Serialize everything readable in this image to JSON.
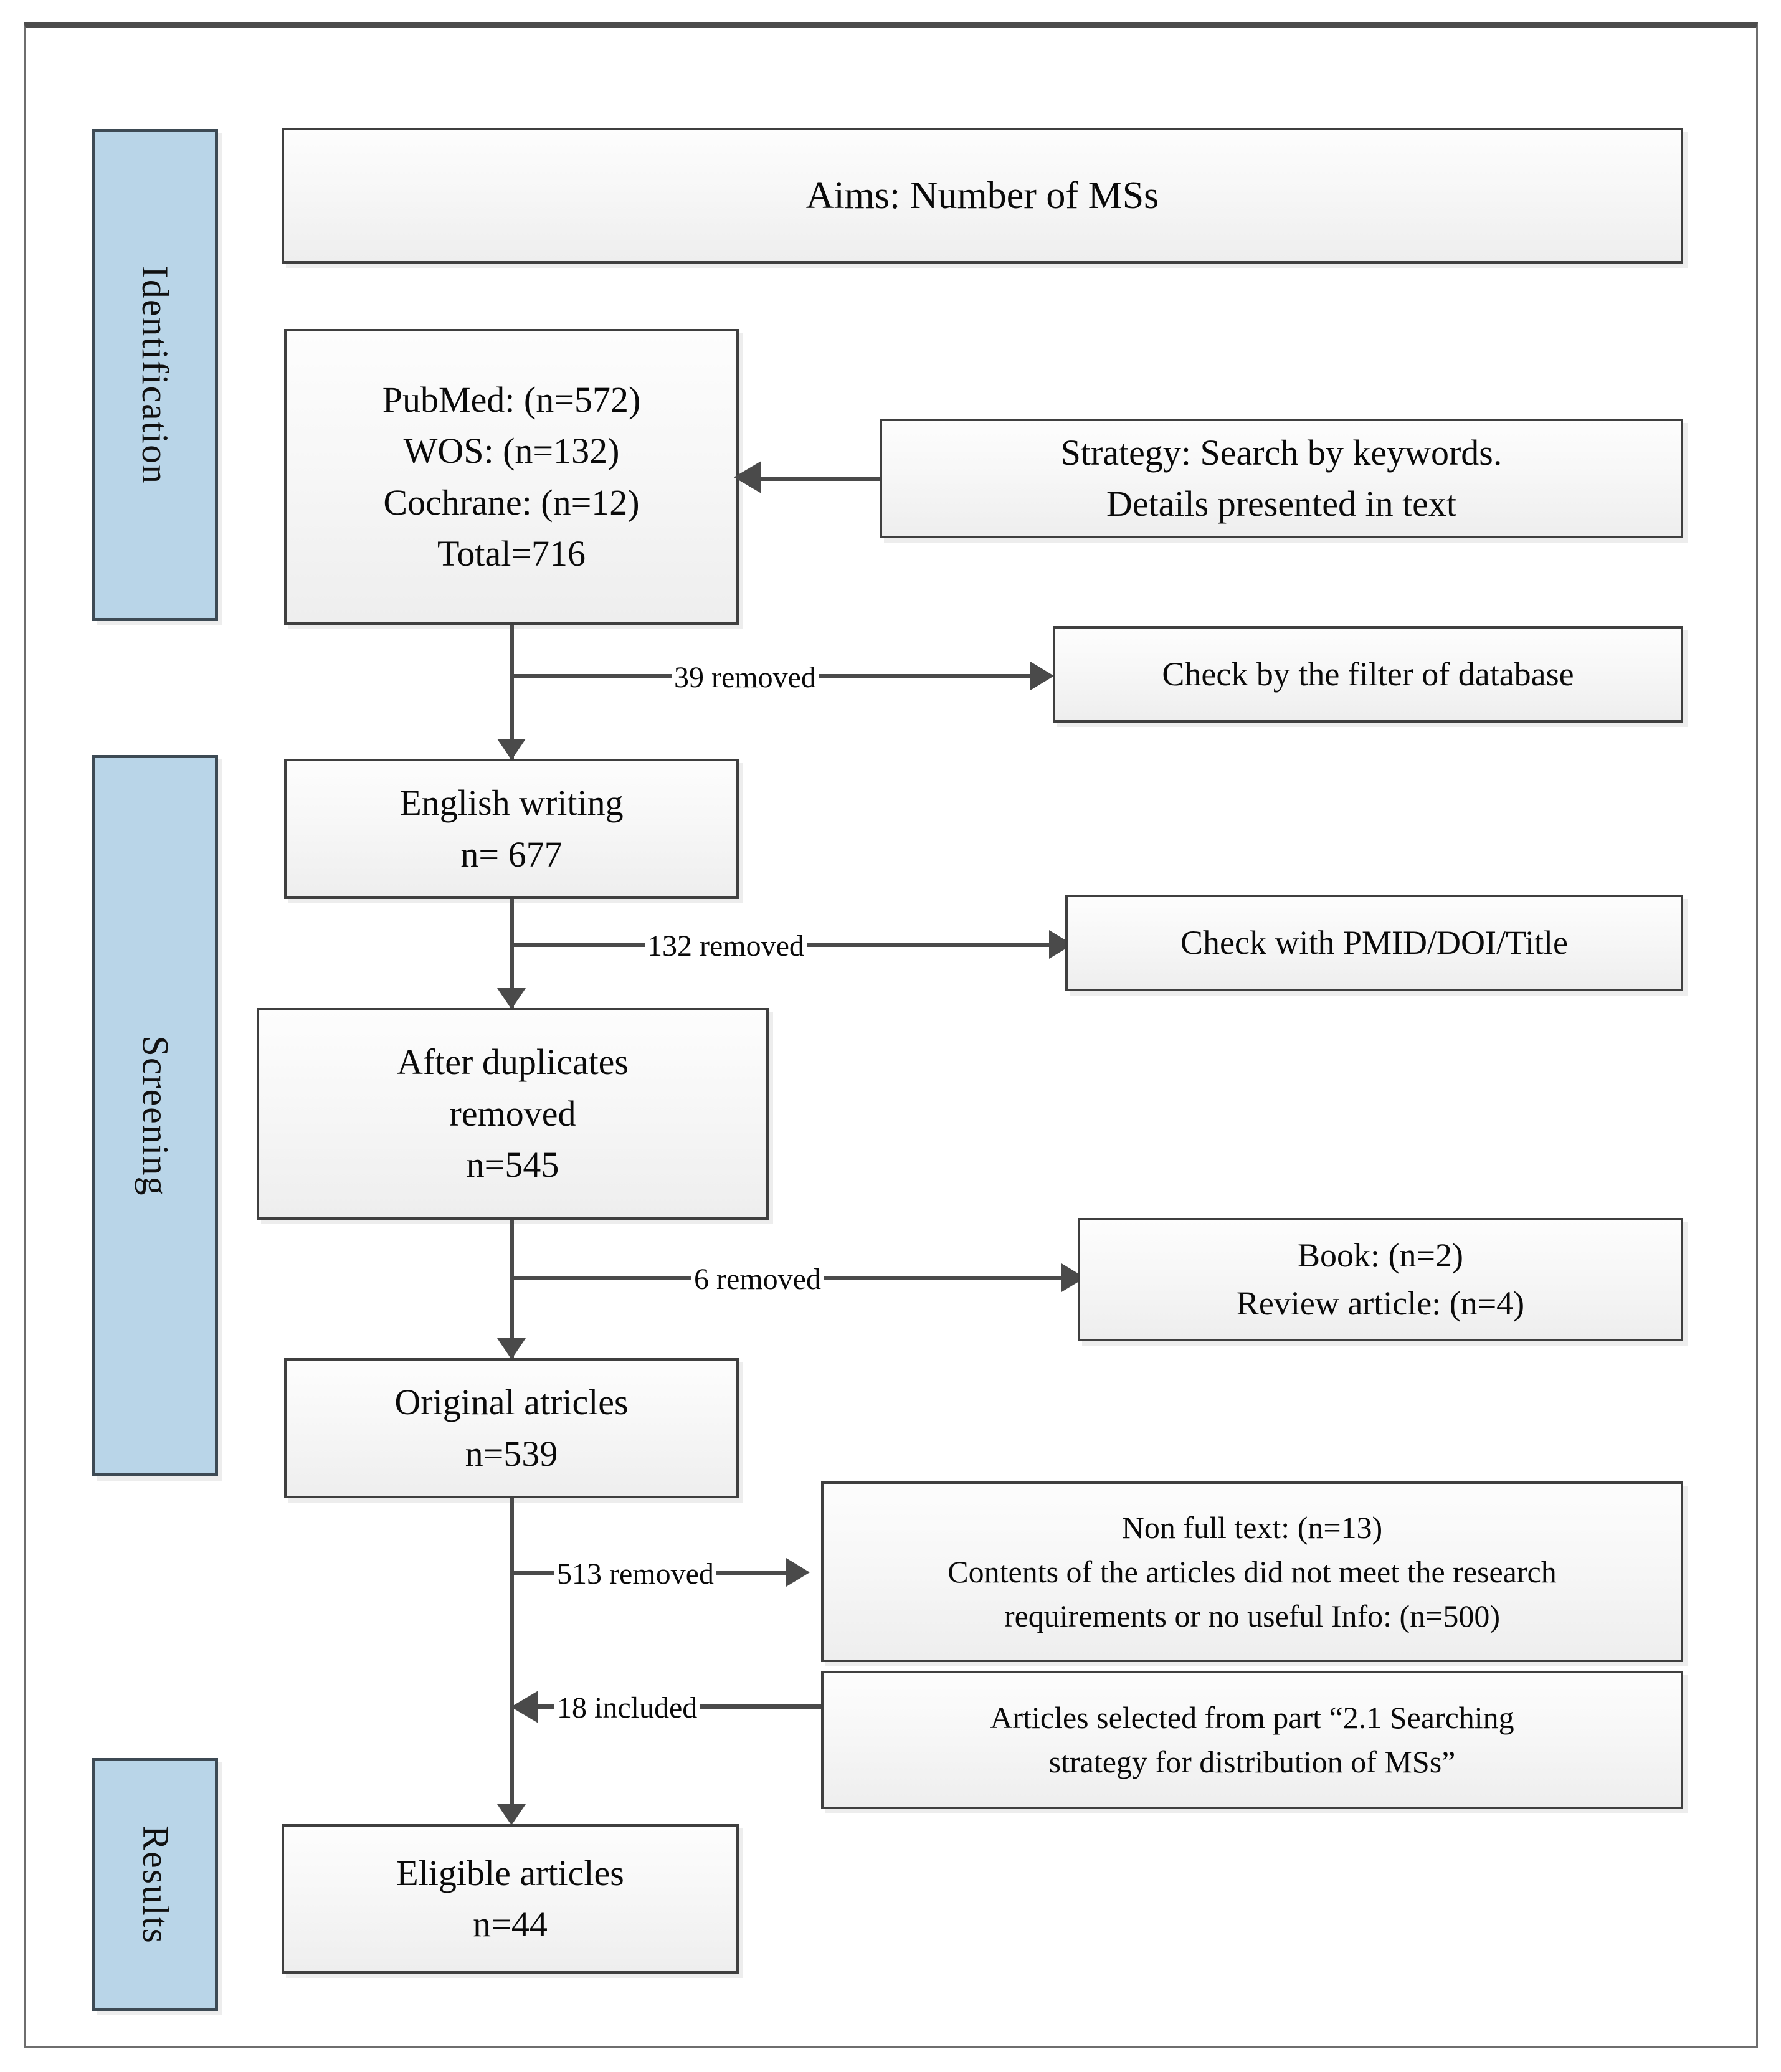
{
  "figure": {
    "type": "prisma-flow-diagram",
    "title": "Aims: Number of MSs"
  },
  "stages": [
    {
      "name": "identification",
      "label": "Identification"
    },
    {
      "name": "screening",
      "label": "Screening"
    },
    {
      "name": "results",
      "label": "Results"
    }
  ],
  "nodes": {
    "aims": {
      "label": "Aims: Number of MSs"
    },
    "databases": {
      "lines": [
        "PubMed: (n=572)",
        "WOS: (n=132)",
        "Cochrane: (n=12)",
        "Total=716"
      ]
    },
    "strategy": {
      "lines": [
        "Strategy: Search by keywords.",
        "Details presented in text"
      ]
    },
    "filter_check": {
      "label": "Check by  the filter of database"
    },
    "english_writing": {
      "lines": [
        "English writing",
        "n= 677"
      ]
    },
    "pmid_check": {
      "label": "Check with PMID/DOI/Title"
    },
    "after_duplicates": {
      "lines": [
        "After duplicates",
        "removed",
        "n=545"
      ]
    },
    "book_review": {
      "lines": [
        "Book: (n=2)",
        "Review article: (n=4)"
      ]
    },
    "original_articles": {
      "lines": [
        "Original atricles",
        "n=539"
      ]
    },
    "excluded_full_text": {
      "lines": [
        "Non full text: (n=13)",
        "Contents of the articles did not meet the research",
        "requirements or no useful Info: (n=500)"
      ]
    },
    "added_from_part": {
      "lines": [
        "Articles selected from part  “2.1 Searching",
        "strategy for distribution of MSs”"
      ]
    },
    "eligible": {
      "lines": [
        "Eligible articles",
        "n=44"
      ]
    }
  },
  "edges": {
    "removed_39": "39 removed",
    "removed_132": "132 removed",
    "removed_6": "6 removed",
    "removed_513": "513 removed",
    "included_18": "18 included"
  },
  "chart_data": {
    "type": "flowchart",
    "title": "Aims: Number of MSs",
    "stages": [
      "Identification",
      "Screening",
      "Results"
    ],
    "counts": {
      "PubMed": 572,
      "WOS": 132,
      "Cochrane": 12,
      "Total_identified": 716,
      "English_writing": 677,
      "After_duplicates_removed": 545,
      "Original_articles": 539,
      "Eligible_articles": 44
    },
    "exclusions": {
      "not_passing_database_filter": 39,
      "duplicates": 132,
      "book": 2,
      "review_article": 4,
      "book_and_review_total": 6,
      "non_full_text": 13,
      "content_not_meeting_requirements": 500,
      "full_text_excluded_total": 513
    },
    "additions": {
      "from_section_2_1": 18
    }
  },
  "colors": {
    "stage_fill": "#b9d5e8",
    "stage_border": "#3d4a54",
    "node_border": "#3f3f3f",
    "line": "#4a4a4a",
    "text": "#0a0a0a"
  }
}
